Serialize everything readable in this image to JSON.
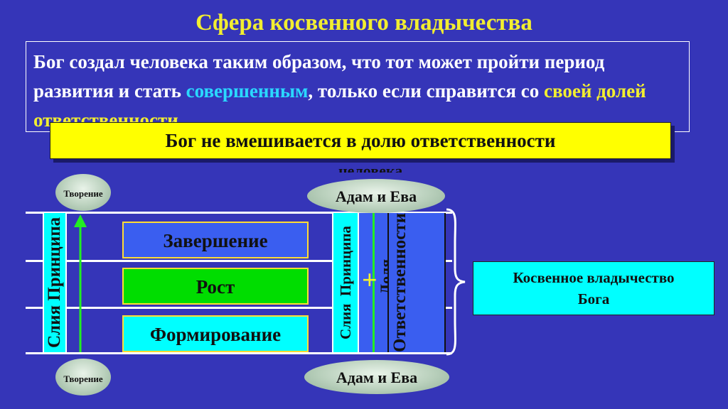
{
  "title": "Сфера косвенного владычества",
  "intro": {
    "part1": "Бог создал человека таким образом, что тот может пройти период развития и стать ",
    "highlight1": "совершенным",
    "part2": ", только если справится со ",
    "highlight2": "своей долей ответственности",
    "part3": "."
  },
  "banner": {
    "line1": "Бог не вмешивается в долю ответственности",
    "line2": "человека."
  },
  "creation_top": "Творение",
  "creation_bottom": "Творение",
  "adam_eve_top": "Адам и Ева",
  "adam_eve_bottom": "Адам и Ева",
  "principle_left": "Слия Принципа",
  "principle_right": "Слия  Принципа",
  "plus": "+",
  "share": "Доля",
  "responsibility": "Ответственности",
  "stages": [
    {
      "label": "Завершение",
      "color": "#3a5ef0"
    },
    {
      "label": "Рост",
      "color": "#00dd00"
    },
    {
      "label": "Формирование",
      "color": "#00ffff"
    }
  ],
  "indirect_dominion": {
    "line1": "Косвенное владычество",
    "line2": "Бога"
  },
  "colors": {
    "background": "#3535b8",
    "title": "#f2ee30",
    "banner": "#ffff00",
    "highlight_cyan": "#2ad8ff",
    "arrow": "#22ee22"
  }
}
